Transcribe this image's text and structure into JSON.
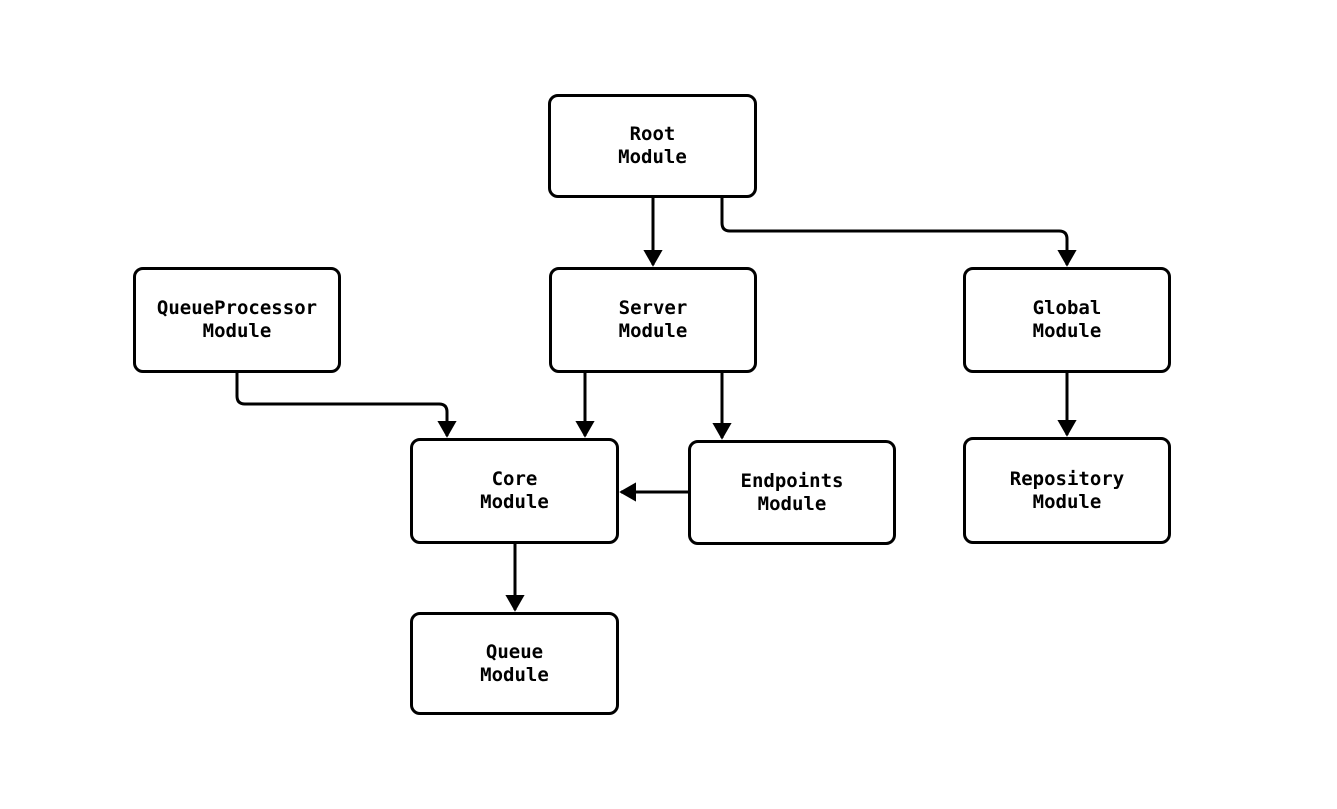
{
  "diagram": {
    "colors": {
      "background": "#ffffff",
      "box_fill": "#ffffff",
      "stroke": "#000000",
      "text": "#000000"
    },
    "nodes": {
      "root": {
        "line1": "Root",
        "line2": "Module"
      },
      "queue_processor": {
        "line1": "QueueProcessor",
        "line2": "Module"
      },
      "server": {
        "line1": "Server",
        "line2": "Module"
      },
      "global": {
        "line1": "Global",
        "line2": "Module"
      },
      "core": {
        "line1": "Core",
        "line2": "Module"
      },
      "endpoints": {
        "line1": "Endpoints",
        "line2": "Module"
      },
      "repository": {
        "line1": "Repository",
        "line2": "Module"
      },
      "queue": {
        "line1": "Queue",
        "line2": "Module"
      }
    },
    "edges": [
      {
        "from": "Root Module",
        "to": "Server Module"
      },
      {
        "from": "Root Module",
        "to": "Global Module"
      },
      {
        "from": "QueueProcessor Module",
        "to": "Core Module"
      },
      {
        "from": "Server Module",
        "to": "Core Module"
      },
      {
        "from": "Server Module",
        "to": "Endpoints Module"
      },
      {
        "from": "Endpoints Module",
        "to": "Core Module"
      },
      {
        "from": "Global Module",
        "to": "Repository Module"
      },
      {
        "from": "Core Module",
        "to": "Queue Module"
      }
    ]
  }
}
